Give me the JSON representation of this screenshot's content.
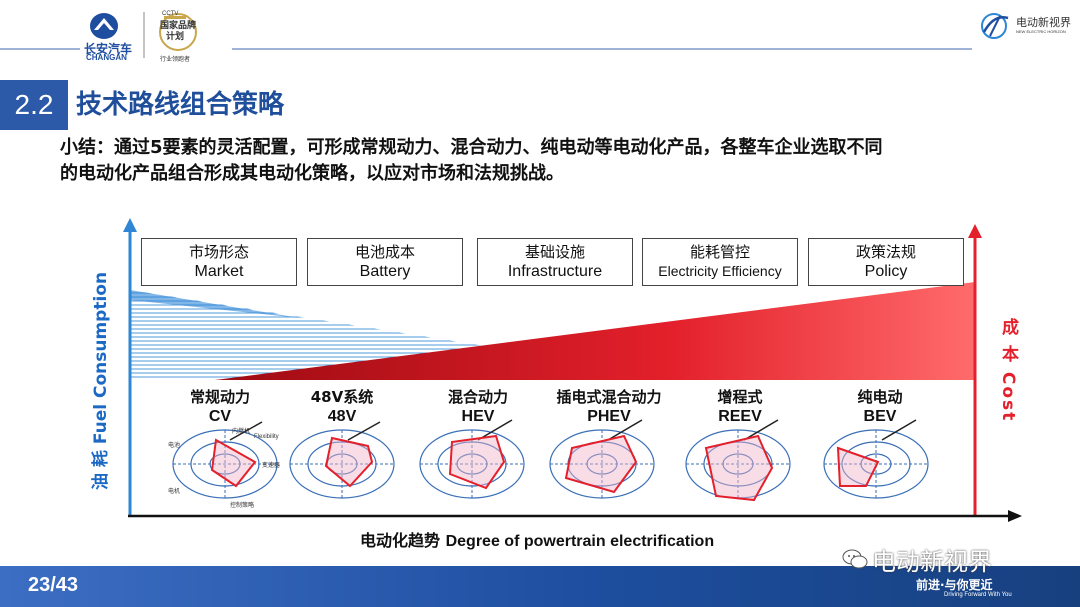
{
  "header": {
    "brand_cn": "长安汽车",
    "brand_en": "CHANGAN",
    "badge_top": "CCTV",
    "badge_mid": "国家品牌",
    "badge_mid2": "计划",
    "badge_bottom": "行业领跑者",
    "partner_cn": "电动新视界",
    "partner_en": "NEW ELECTRIC HORIZON"
  },
  "section": {
    "number": "2.2",
    "title": "技术路线组合策略"
  },
  "summary": {
    "line1": "小结：通过5要素的灵活配置，可形成常规动力、混合动力、纯电动等电动化产品，各整车企业选取不同",
    "line2": "的电动化产品组合形成其电动化策略，以应对市场和法规挑战。"
  },
  "diagram": {
    "factors": [
      {
        "cn": "市场形态",
        "en": "Market"
      },
      {
        "cn": "电池成本",
        "en": "Battery"
      },
      {
        "cn": "基础设施",
        "en": "Infrastructure"
      },
      {
        "cn": "能耗管控",
        "en": "Electricity Efficiency"
      },
      {
        "cn": "政策法规",
        "en": "Policy"
      }
    ],
    "products": [
      {
        "cn": "常规动力",
        "en": "CV"
      },
      {
        "cn": "48V系统",
        "en": "48V"
      },
      {
        "cn": "混合动力",
        "en": "HEV"
      },
      {
        "cn": "插电式混合动力",
        "en": "PHEV"
      },
      {
        "cn": "增程式",
        "en": "REEV"
      },
      {
        "cn": "纯电动",
        "en": "BEV"
      }
    ],
    "radar_labels": {
      "top": "内燃机",
      "flex": "Flexibility",
      "left": "电池",
      "right": "变速器",
      "bottomleft": "电机",
      "bottom": "控制策略"
    },
    "y_left_label": "油 耗 Fuel Consumption",
    "y_right_label": "成 本 Cost",
    "x_label_cn": "电动化趋势",
    "x_label_en": "Degree of powertrain electrification",
    "watermark_cn": "电动新视界",
    "watermark_en": "NEW ELECTRIC HORIZON",
    "colors": {
      "fuel": "#2f86d6",
      "cost": "#e3202b"
    }
  },
  "footer": {
    "page": "23/43",
    "wechat": "电动新视界",
    "slogan_cn": "前进·与你更近",
    "slogan_en": "Driving Forward With You"
  }
}
